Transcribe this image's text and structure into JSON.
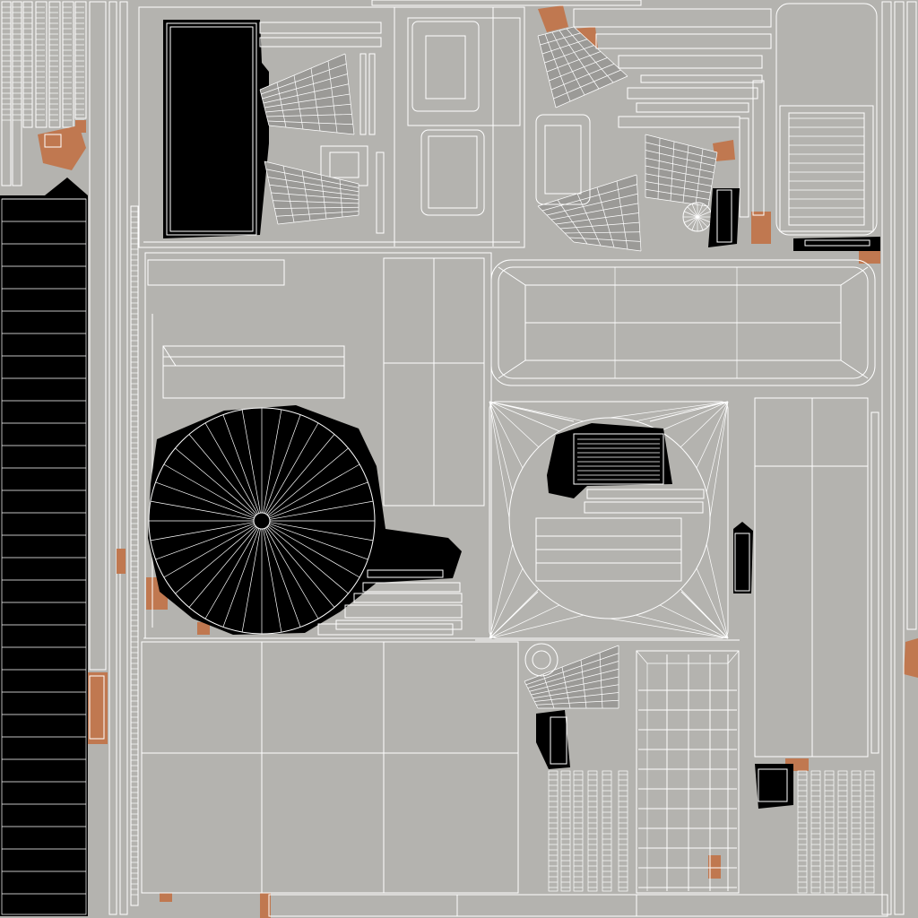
{
  "texture": {
    "background_color": "#b4b3af",
    "wire_color": "#ffffff",
    "island_fill_color": "#000000",
    "shaded_color": "#9b9a97",
    "accent_color": "#c07850",
    "islands": [
      "black-grid-strip",
      "black-panel",
      "black-fan-disc",
      "octagon-plaza",
      "long-bevel-panel",
      "left-column-strips",
      "upper-right-cluster",
      "grid-window-panel",
      "bottom-large-panel"
    ]
  }
}
